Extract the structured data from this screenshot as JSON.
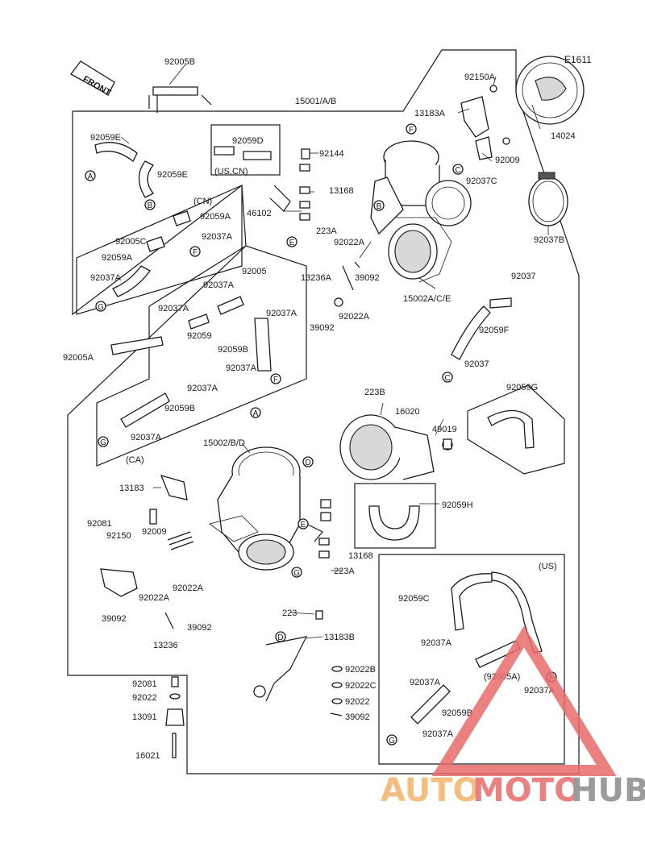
{
  "figure_code": "E1611",
  "front_label": "FRONT",
  "refs": {
    "A": "A",
    "B": "B",
    "C": "C",
    "D": "D",
    "E": "E",
    "F": "F",
    "G": "G"
  },
  "labels": {
    "p92005B": "92005B",
    "p92059E_a": "92059E",
    "p92059E_b": "92059E",
    "p92059D": "92059D",
    "us_cn": "(US,CN)",
    "p15001": "15001/A/B",
    "p92150A_top": "92150A",
    "p13183A": "13183A",
    "p14024": "14024",
    "p92144": "92144",
    "p13168_top": "13168",
    "p46102": "46102",
    "p223A_top": "223A",
    "p92009_top": "92009",
    "p92037C": "92037C",
    "p92037B": "92037B",
    "cn": "(CN)",
    "p92059A_a": "92059A",
    "p92037A_cn": "92037A",
    "p92005C": "92005C",
    "p92059A_b": "92059A",
    "p92037A_cn2": "92037A",
    "p92022A_top": "92022A",
    "p13236A": "13236A",
    "p39092_top": "39092",
    "p15002ACE": "15002A/C/E",
    "p92037_a": "92037",
    "p92059F": "92059F",
    "p92037_b": "92037",
    "p92005": "92005",
    "p92037A_m1": "92037A",
    "p92037A_m2": "92037A",
    "p92037A_m3": "92037A",
    "p92059": "92059",
    "p92059B_m": "92059B",
    "p92037A_m4": "92037A",
    "p92022A_m": "92022A",
    "p39092_m": "39092",
    "p92005A_left": "92005A",
    "p92037A_l": "92037A",
    "p92059B_l": "92059B",
    "p92037A_l2": "92037A",
    "ca": "(CA)",
    "p223B": "223B",
    "p16020": "16020",
    "p49019": "49019",
    "p92059G": "92059G",
    "p92059H": "92059H",
    "p15002BD": "15002/B/D",
    "p13183": "13183",
    "p92009_b": "92009",
    "p92081_a": "92081",
    "p92150": "92150",
    "p13168_b": "13168",
    "p223A_b": "223A",
    "p92022A_b1": "92022A",
    "p92022A_b2": "92022A",
    "p39092_b1": "39092",
    "p39092_b2": "39092",
    "p13236": "13236",
    "p223": "223",
    "p13183B": "13183B",
    "p92081_b": "92081",
    "p92022": "92022",
    "p13091": "13091",
    "p16021": "16021",
    "p92022B": "92022B",
    "p92022C": "92022C",
    "p92022_b": "92022",
    "p39092_b3": "39092",
    "us": "(US)",
    "p92059C": "92059C",
    "p92037A_us1": "92037A",
    "p92005A_us": "(92005A)",
    "p92037A_us2": "92037A",
    "p92037A_us3": "92037A",
    "p92059B_us": "92059B",
    "p92037A_us4": "92037A"
  },
  "watermark": {
    "part1": "AUTO",
    "part2": "MOTO",
    "part3": "HUB",
    "colors": {
      "auto": "#f0b46a",
      "moto": "#e86b6b",
      "hub": "#8a8a8a",
      "triangle": "#e86b6b"
    }
  }
}
